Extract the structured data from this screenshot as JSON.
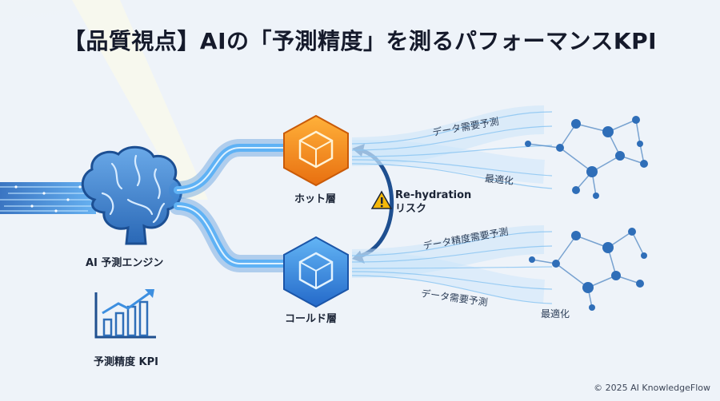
{
  "title": "【品質視点】AIの「予測精度」を測るパフォーマンスKPI",
  "labels": {
    "ai_engine": "AI 予測エンジン",
    "kpi": "予測精度 KPI",
    "hot_tier": "ホット層",
    "cold_tier": "コールド層",
    "rehydration_line1": "Re-hydration",
    "rehydration_line2": "リスク"
  },
  "streams": {
    "top_forecast": "データ需要予測",
    "top_optimize": "最適化",
    "bottom_forecast1": "データ精度需要予測",
    "bottom_forecast2": "データ需要予測",
    "bottom_optimize": "最適化"
  },
  "copyright": "© 2025 AI KnowledgeFlow",
  "colors": {
    "hot": "#f08a1c",
    "cold": "#3d8fe0",
    "accent": "#1e5fa8",
    "warning": "#f5b80a"
  }
}
